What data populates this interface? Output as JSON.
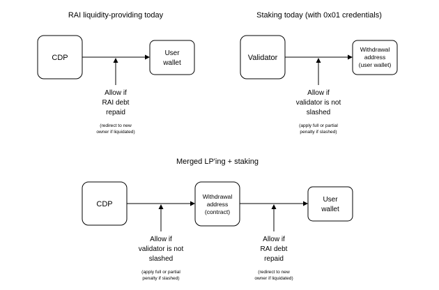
{
  "panels": {
    "rai": {
      "title": "RAI liquidity-providing today",
      "box_left": "CDP",
      "box_right": [
        "User",
        "wallet"
      ],
      "condition": [
        "Allow if",
        "RAI debt",
        "repaid"
      ],
      "note": [
        "(redirect to new",
        "owner if liquidated)"
      ]
    },
    "staking": {
      "title": "Staking today (with 0x01 credentials)",
      "box_left": "Validator",
      "box_right": [
        "Withdrawal",
        "address",
        "(user wallet)"
      ],
      "condition": [
        "Allow if",
        "validator is not",
        "slashed"
      ],
      "note": [
        "(apply full or partial",
        "penalty if slashed)"
      ]
    },
    "merged": {
      "title": "Merged LP'ing + staking",
      "box_left": "CDP",
      "box_middle": [
        "Withdrawal",
        "address",
        "(contract)"
      ],
      "box_right": [
        "User",
        "wallet"
      ],
      "condition_1": [
        "Allow if",
        "validator is not",
        "slashed"
      ],
      "note_1": [
        "(apply full or partial",
        "penalty if slashed)"
      ],
      "condition_2": [
        "Allow if",
        "RAI debt",
        "repaid"
      ],
      "note_2": [
        "(redirect to new",
        "owner if liquidated)"
      ]
    }
  }
}
